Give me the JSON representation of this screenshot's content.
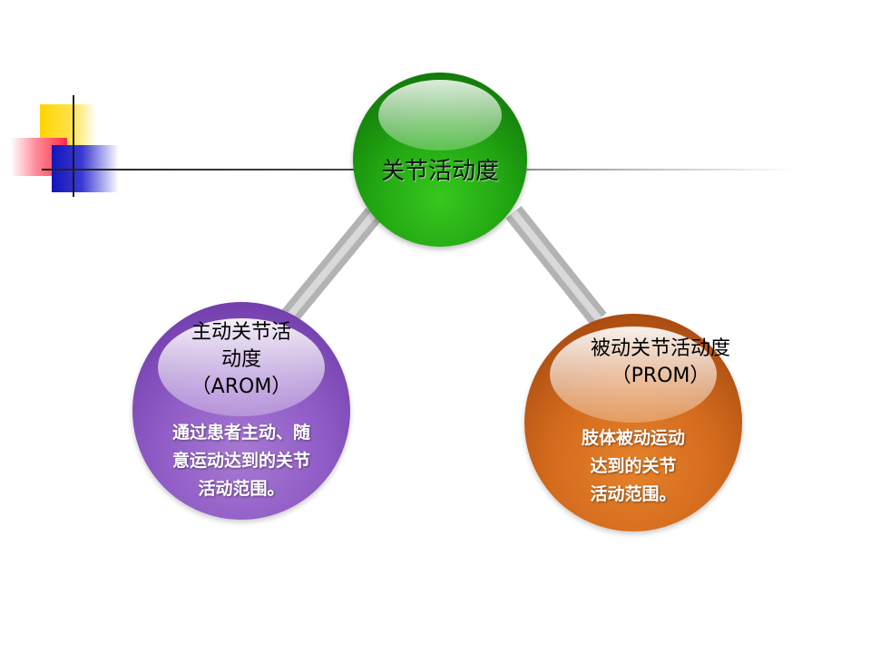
{
  "top_node": {
    "label": "关节活动度"
  },
  "left_node": {
    "heading_lines": [
      "主动关节活",
      "动度",
      "（AROM）"
    ],
    "description_lines": [
      "通过患者主动、随",
      "意运动达到的关节",
      "活动范围。"
    ]
  },
  "right_node": {
    "heading_lines": [
      "被动关节活动度",
      "（PROM）"
    ],
    "description_lines": [
      "肢体被动运动",
      "达到的关节",
      "活动范围。"
    ]
  },
  "colors": {
    "top_sphere": "#21a512",
    "left_sphere": "#8f5cc6",
    "right_sphere": "#d36b1d",
    "connector": "#b8b8b8"
  }
}
